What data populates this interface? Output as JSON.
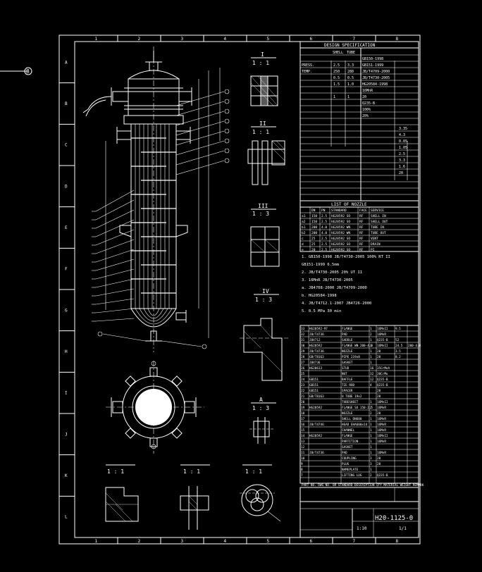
{
  "colors": {
    "background": "#000000",
    "line": "#ffffff",
    "grid_text": "#ffffff",
    "note_text": "#7a88a0"
  },
  "border": {
    "columns": [
      "1",
      "2",
      "3",
      "4",
      "5",
      "6",
      "7",
      "8"
    ],
    "rows": [
      "A",
      "B",
      "C",
      "D",
      "E",
      "F",
      "G",
      "H",
      "I",
      "J",
      "K",
      "L"
    ],
    "margin_mark": "8"
  },
  "section_views": [
    {
      "id": "I",
      "scale": "1 : 1"
    },
    {
      "id": "II",
      "scale": "1 : 1"
    },
    {
      "id": "III",
      "scale": "1 : 3"
    },
    {
      "id": "IV",
      "scale": "1 : 3"
    },
    {
      "id": "A",
      "scale": "1 : 3"
    }
  ],
  "detail_views": [
    {
      "scale": "1 : 1"
    },
    {
      "scale": "1 : 1"
    },
    {
      "scale": "1 : 1"
    }
  ],
  "design_spec": {
    "title": "DESIGN SPECIFICATION",
    "column_heads": [
      "SHELL",
      "TUBE"
    ],
    "rows": [
      {
        "left": "PRESS.",
        "a": "2.5",
        "b": "3.3"
      },
      {
        "left": "TEMP.",
        "a": "250",
        "b": "280"
      },
      {
        "left": "",
        "a": "0.5",
        "b": "0.5"
      },
      {
        "left": "",
        "a": "1.5",
        "b": "1.0"
      },
      {
        "left": "",
        "a": "",
        "b": ""
      },
      {
        "left": "",
        "a": "1",
        "b": "1"
      }
    ],
    "right_codes": [
      "GB150-1998",
      "GB151-1999",
      "JB/T4709-2000",
      "JB/T4730-2005",
      "HG20584-1998",
      "16MnR",
      "20",
      "Q235-B",
      "100%",
      "20%"
    ],
    "right_values": [
      "3.35",
      "4.3",
      "0.85",
      "1.05",
      "2.5",
      "3.3",
      "1.6",
      "20"
    ]
  },
  "nozzle_list": {
    "title": "LIST OF NOZZLE",
    "headers": [
      "",
      "DN",
      "PN",
      "STANDARD",
      "FACE",
      "SERVICE"
    ],
    "rows": [
      [
        "a1",
        "150",
        "2.5",
        "HG20592 SO",
        "RF",
        "SHELL IN"
      ],
      [
        "a2",
        "150",
        "2.5",
        "HG20592 SO",
        "RF",
        "SHELL OUT"
      ],
      [
        "b1",
        "200",
        "4.0",
        "HG20592 WN",
        "RF",
        "TUBE IN"
      ],
      [
        "b2",
        "200",
        "4.0",
        "HG20592 WN",
        "RF",
        "TUBE OUT"
      ],
      [
        "c",
        "25",
        "2.5",
        "HG20592 SO",
        "RF",
        "VENT"
      ],
      [
        "d",
        "25",
        "2.5",
        "HG20592 SO",
        "RF",
        "DRAIN"
      ],
      [
        "e",
        "20",
        "2.5",
        "HG20592 SO",
        "RF",
        "PI"
      ]
    ]
  },
  "notes": [
    "1. GB150-1998 JB/T4730-2005 100% RT II",
    "   GB151-1999 6.5mm",
    "2. JB/T4730-2005 20% UT II",
    "3. 16MnR  JB/T4730-2005",
    "   a. JB4708-2000 JB/T4709-2000",
    "   b. HG20584-1998",
    "4. JB/T4712.1-2007 JB4726-2000",
    "5. 0.5 MPa 30 min"
  ],
  "parts_list": {
    "header_cols": [
      "PART NO.",
      "DWG NO. OR STANDARD",
      "DESCRIPTION",
      "QTY",
      "MATERIAL",
      "WEIGHT",
      "REMARK"
    ],
    "header_label": "PART NO.  DWG NO. OR STANDARD  DESCRIPTION  QTY  MATERIAL  WEIGHT  REMARK",
    "rows": [
      [
        "33",
        "HG20592-97",
        "FLANGE",
        "1",
        "16MnII",
        "9.5",
        ""
      ],
      [
        "32",
        "JB/T4736",
        "PAD",
        "2",
        "16MnR",
        "",
        ""
      ],
      [
        "31",
        "JB4712",
        "SADDLE",
        "1",
        "Q235-B",
        "52",
        ""
      ],
      [
        "30",
        "HG20592",
        "FLANGE WN 200-4.0",
        "1",
        "16MnII",
        "24.5",
        "200-4.0"
      ],
      [
        "29",
        "JB/T4736",
        "NOZZLE",
        "1",
        "20",
        "3.5",
        ""
      ],
      [
        "28",
        "GB/T8163",
        "PIPE 219x8",
        "1",
        "20",
        "8.2",
        ""
      ],
      [
        "27",
        "JB4736",
        "GASKET",
        "1",
        "",
        "",
        " "
      ],
      [
        "26",
        "HG20613",
        "STUD",
        "16",
        "35CrMoA",
        "",
        ""
      ],
      [
        "25",
        "",
        "NUT",
        "32",
        "30CrMo",
        "",
        ""
      ],
      [
        "24",
        "GB151",
        "BAFFLE",
        "12",
        "Q235-B",
        "",
        ""
      ],
      [
        "23",
        "GB151",
        "TIE ROD",
        "4",
        "Q235-B",
        "",
        ""
      ],
      [
        "22",
        "GB151",
        "SPACER",
        "",
        "20",
        "",
        ""
      ],
      [
        "21",
        "GB/T8163",
        "U TUBE 19x2",
        "",
        "20",
        "",
        ""
      ],
      [
        "20",
        "",
        "TUBESHEET",
        "1",
        "16MnII",
        "",
        ""
      ],
      [
        "19",
        "HG20592",
        "FLANGE SO 150-2.5",
        "2",
        "16MnR",
        "",
        ""
      ],
      [
        "18",
        "",
        "NOZZLE",
        "2",
        "20",
        "",
        ""
      ],
      [
        "17",
        "",
        "SHELL DN600",
        "1",
        "16MnR",
        "",
        ""
      ],
      [
        "16",
        "JB/T4746",
        "HEAD EHA600x14",
        "1",
        "16MnR",
        "",
        ""
      ],
      [
        "15",
        "",
        "CHANNEL",
        "1",
        "16MnR",
        "",
        ""
      ],
      [
        "14",
        "HG20592",
        "FLANGE",
        "1",
        "16MnII",
        "",
        ""
      ],
      [
        "13",
        "",
        "PARTITION",
        "1",
        "16MnR",
        "",
        ""
      ],
      [
        "12",
        "",
        "GASKET",
        "1",
        "",
        "",
        ""
      ],
      [
        "11",
        "JB/T4736",
        "PAD",
        "1",
        "16MnR",
        "",
        ""
      ],
      [
        "10",
        "",
        "COUPLING",
        "3",
        "20",
        "",
        ""
      ],
      [
        "9",
        "",
        "PLUG",
        "3",
        "20",
        "",
        ""
      ],
      [
        "8",
        "",
        "NAMEPLATE",
        "1",
        "",
        "",
        ""
      ],
      [
        "7",
        "",
        "LIFTING LUG",
        "2",
        "Q235-B",
        "",
        ""
      ]
    ]
  },
  "title_block": {
    "drawing_no": "H20-1125-0",
    "scale": "1:10",
    "sheet": "1/1"
  }
}
